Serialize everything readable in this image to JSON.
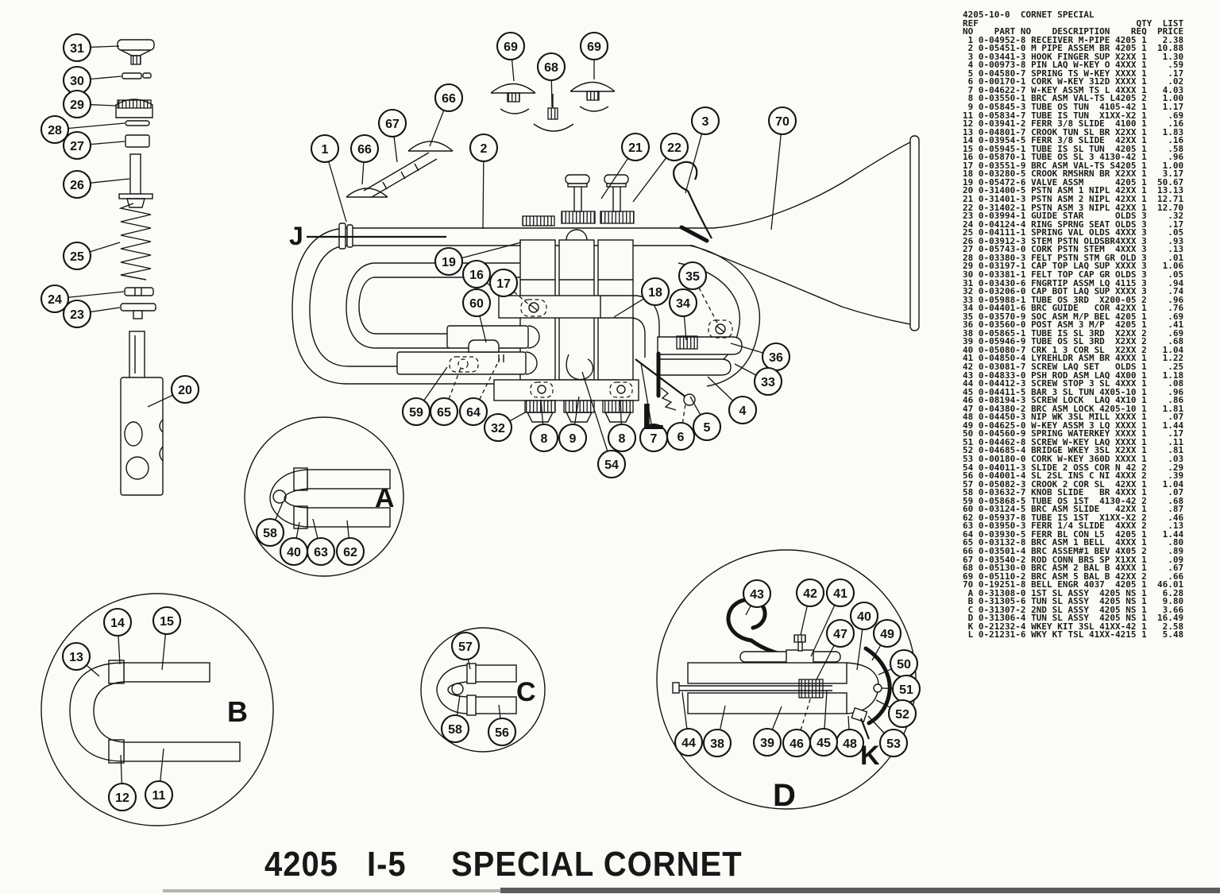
{
  "doc": {
    "footer_model": "4205",
    "footer_page_ref": "I-5",
    "footer_name": "SPECIAL CORNET"
  },
  "parts_table": {
    "title_line": "4205-10-0  CORNET SPECIAL",
    "header_line2": "REF                              QTY  LIST",
    "header_line3": "NO    PART NO    DESCRIPTION    REQ  PRICE",
    "rows": [
      [
        "1",
        "0-04952-8",
        "RECEIVER M-PIPE 4205",
        "1",
        "2.38"
      ],
      [
        "2",
        "0-05451-0",
        "M PIPE ASSEM BR 4205",
        "1",
        "10.88"
      ],
      [
        "3",
        "0-03441-3",
        "HOOK FINGER SUP X2XX",
        "1",
        "1.30"
      ],
      [
        "4",
        "0-00973-8",
        "PIN LAQ W-KEY O 4XXX",
        "1",
        ".59"
      ],
      [
        "5",
        "0-04580-7",
        "SPRING TS W-KEY XXXX",
        "1",
        ".17"
      ],
      [
        "6",
        "0-00170-1",
        "CORK W-KEY 312D XXXX",
        "1",
        ".02"
      ],
      [
        "7",
        "0-04622-7",
        "W-KEY ASSM TS L 4XXX",
        "1",
        "4.03"
      ],
      [
        "8",
        "0-03550-1",
        "BRC ASM VAL-TS L4205",
        "2",
        "1.00"
      ],
      [
        "9",
        "0-05845-3",
        "TUBE OS TUN  4105-42",
        "1",
        "1.17"
      ],
      [
        "11",
        "0-05834-7",
        "TUBE IS TUN  X1XX-X2",
        "1",
        ".69"
      ],
      [
        "12",
        "0-03941-2",
        "FERR 3/8 SLIDE  4100",
        "1",
        ".16"
      ],
      [
        "13",
        "0-04801-7",
        "CROOK TUN SL BR X2XX",
        "1",
        "1.83"
      ],
      [
        "14",
        "0-03954-5",
        "FERR 3/8 SLIDE  42XX",
        "1",
        ".16"
      ],
      [
        "15",
        "0-05945-1",
        "TUBE IS SL TUN  4205",
        "1",
        ".58"
      ],
      [
        "16",
        "0-05870-1",
        "TUBE OS SL 3 4130-42",
        "1",
        ".96"
      ],
      [
        "17",
        "0-03551-9",
        "BRC ASM VAL-TS S4205",
        "1",
        "1.00"
      ],
      [
        "18",
        "0-03280-5",
        "CROOK RMSHRN BR X2XX",
        "1",
        "3.17"
      ],
      [
        "19",
        "0-05472-6",
        "VALVE ASSM      4205",
        "1",
        "50.67"
      ],
      [
        "20",
        "0-31400-5",
        "PSTN ASM 1 NIPL 42XX",
        "1",
        "13.13"
      ],
      [
        "21",
        "0-31401-3",
        "PSTN ASM 2 NIPL 42XX",
        "1",
        "12.71"
      ],
      [
        "22",
        "0-31402-1",
        "PSTN ASM 3 NIPL 42XX",
        "1",
        "12.70"
      ],
      [
        "23",
        "0-03994-1",
        "GUIDE STAR      OLDS",
        "3",
        ".32"
      ],
      [
        "24",
        "0-04124-4",
        "RING SPRNG SEAT OLDS",
        "3",
        ".17"
      ],
      [
        "25",
        "0-04111-1",
        "SPRING VAL OLDS 4XXX",
        "3",
        ".05"
      ],
      [
        "26",
        "0-03912-3",
        "STEM PSTN OLDSBR4XXX",
        "3",
        ".93"
      ],
      [
        "27",
        "0-05743-0",
        "CORK PSTN STEM  4XXX",
        "3",
        ".13"
      ],
      [
        "28",
        "0-03380-3",
        "FELT PSTN STM GR OLD",
        "3",
        ".01"
      ],
      [
        "29",
        "0-03197-1",
        "CAP TOP LAQ SUP XXXX",
        "3",
        "1.06"
      ],
      [
        "30",
        "0-03381-1",
        "FELT TOP CAP GR OLDS",
        "3",
        ".05"
      ],
      [
        "31",
        "0-03430-6",
        "FNGRTIP ASSM LQ 4115",
        "3",
        ".94"
      ],
      [
        "32",
        "0-03206-0",
        "CAP BOT LAQ SUP XXXX",
        "3",
        ".74"
      ],
      [
        "33",
        "0-05988-1",
        "TUBE OS 3RD  X200-05",
        "2",
        ".96"
      ],
      [
        "34",
        "0-04401-6",
        "BRC GUIDE   COR 42XX",
        "1",
        ".76"
      ],
      [
        "35",
        "0-03570-9",
        "SOC ASM M/P BEL 4205",
        "1",
        ".69"
      ],
      [
        "36",
        "0-03560-0",
        "POST ASM 3 M/P  4205",
        "1",
        ".41"
      ],
      [
        "38",
        "0-05865-1",
        "TUBE IS SL 3RD  X2XX",
        "2",
        ".69"
      ],
      [
        "39",
        "0-05946-9",
        "TUBE OS SL 3RD  X2XX",
        "2",
        ".68"
      ],
      [
        "40",
        "0-05080-7",
        "CRK 1 3 COR SL  X2XX",
        "2",
        "1.04"
      ],
      [
        "41",
        "0-04850-4",
        "LYREHLDR ASM BR 4XXX",
        "1",
        "1.22"
      ],
      [
        "42",
        "0-03081-7",
        "SCREW LAQ SET   OLDS",
        "1",
        ".25"
      ],
      [
        "43",
        "0-04833-0",
        "PSH ROD ASM LAQ 4X00",
        "1",
        "1.18"
      ],
      [
        "44",
        "0-04412-3",
        "SCREW STOP 3 SL 4XXX",
        "1",
        ".08"
      ],
      [
        "45",
        "0-04411-5",
        "BAR 3 SL TUN 4X05-10",
        "1",
        ".96"
      ],
      [
        "46",
        "0-08194-3",
        "SCREW LOCK  LAQ 4X10",
        "1",
        ".86"
      ],
      [
        "47",
        "0-04380-2",
        "BRC ASM LOCK 4205-10",
        "1",
        "1.81"
      ],
      [
        "48",
        "0-04450-3",
        "NIP WK 3SL MILL XXXX",
        "1",
        ".07"
      ],
      [
        "49",
        "0-04625-0",
        "W-KEY ASSM 3 LQ XXXX",
        "1",
        "1.44"
      ],
      [
        "50",
        "0-04560-9",
        "SPRING WATERKEY XXXX",
        "1",
        ".17"
      ],
      [
        "51",
        "0-04462-8",
        "SCREW W-KEY LAQ XXXX",
        "1",
        ".11"
      ],
      [
        "52",
        "0-04685-4",
        "BRIDGE WKEY 3SL X2XX",
        "1",
        ".81"
      ],
      [
        "53",
        "0-00180-0",
        "CORK W-KEY 360D XXXX",
        "1",
        ".03"
      ],
      [
        "54",
        "0-04011-3",
        "SLIDE 2 OSS COR N 42",
        "2",
        ".29"
      ],
      [
        "56",
        "0-04001-4",
        "SL 2SL INS C NI 4XXX",
        "2",
        ".39"
      ],
      [
        "57",
        "0-05082-3",
        "CROOK 2 COR SL  42XX",
        "1",
        "1.04"
      ],
      [
        "58",
        "0-03632-7",
        "KNOB SLIDE   BR 4XXX",
        "1",
        ".07"
      ],
      [
        "59",
        "0-05868-5",
        "TUBE OS 1ST  4130-42",
        "2",
        ".68"
      ],
      [
        "60",
        "0-03124-5",
        "BRC ASM SLIDE   42XX",
        "1",
        ".87"
      ],
      [
        "62",
        "0-05937-8",
        "TUBE IS 1ST  X1XX-X2",
        "2",
        ".46"
      ],
      [
        "63",
        "0-03950-3",
        "FERR 1/4 SLIDE  4XXX",
        "2",
        ".13"
      ],
      [
        "64",
        "0-03930-5",
        "FERR BL CON L5  4205",
        "1",
        "1.44"
      ],
      [
        "65",
        "0-03132-8",
        "BRC ASM 1 BELL  4XXX",
        "1",
        ".80"
      ],
      [
        "66",
        "0-03501-4",
        "BRC ASSEM#1 BEV 4X05",
        "2",
        ".89"
      ],
      [
        "67",
        "0-03540-2",
        "ROD CONN BRS SP X1XX",
        "1",
        ".09"
      ],
      [
        "68",
        "0-05130-0",
        "BRC ASM 2 BAL B 4XXX",
        "1",
        ".67"
      ],
      [
        "69",
        "0-05110-2",
        "BRC ASM 5 BAL B 42XX",
        "2",
        ".66"
      ],
      [
        "70",
        "0-19251-8",
        "BELL ENGR 4037  4205",
        "1",
        "46.01"
      ],
      [
        "A",
        "0-31308-0",
        "1ST SL ASSY  4205 NS",
        "1",
        "6.28"
      ],
      [
        "B",
        "0-31305-6",
        "TUN SL ASSY  4205 NS",
        "1",
        "9.80"
      ],
      [
        "C",
        "0-31307-2",
        "2ND SL ASSY  4205 NS",
        "1",
        "3.66"
      ],
      [
        "D",
        "0-31306-4",
        "TUN SL ASSY  4205 NS",
        "1",
        "16.49"
      ],
      [
        "K",
        "0-21232-4",
        "WKEY KIT 3SL 41XX-42",
        "1",
        "2.58"
      ],
      [
        "L",
        "0-21231-6",
        "WKY KT TSL 41XX-4215",
        "1",
        "5.48"
      ]
    ]
  },
  "callouts": [
    [
      "31",
      97,
      60,
      150,
      58,
      0
    ],
    [
      "30",
      97,
      101,
      153,
      96,
      0
    ],
    [
      "29",
      97,
      131,
      146,
      133,
      0
    ],
    [
      "28",
      69,
      163,
      157,
      155,
      0
    ],
    [
      "27",
      97,
      183,
      157,
      178,
      0
    ],
    [
      "26",
      97,
      232,
      163,
      225,
      0
    ],
    [
      "25",
      97,
      322,
      151,
      305,
      0
    ],
    [
      "24",
      69,
      376,
      156,
      367,
      0
    ],
    [
      "23",
      97,
      395,
      151,
      387,
      0
    ],
    [
      "20",
      233,
      490,
      186,
      512,
      0
    ],
    [
      "1",
      409,
      187,
      436,
      279,
      0
    ],
    [
      "66",
      459,
      187,
      456,
      232,
      0
    ],
    [
      "67",
      494,
      155,
      500,
      204,
      0
    ],
    [
      "66",
      565,
      123,
      541,
      184,
      0
    ],
    [
      "2",
      609,
      186,
      608,
      288,
      0
    ],
    [
      "69",
      643,
      58,
      647,
      102,
      0
    ],
    [
      "68",
      694,
      84,
      695,
      135,
      0
    ],
    [
      "69",
      748,
      58,
      748,
      100,
      0
    ],
    [
      "21",
      800,
      185,
      757,
      250,
      0
    ],
    [
      "22",
      849,
      185,
      797,
      254,
      0
    ],
    [
      "3",
      888,
      152,
      863,
      243,
      0
    ],
    [
      "70",
      985,
      152,
      971,
      289,
      0
    ],
    [
      "19",
      565,
      329,
      656,
      305,
      0
    ],
    [
      "16",
      600,
      345,
      633,
      373,
      0
    ],
    [
      "17",
      634,
      356,
      668,
      385,
      1
    ],
    [
      "60",
      600,
      381,
      612,
      431,
      0
    ],
    [
      "18",
      825,
      367,
      773,
      399,
      0
    ],
    [
      "34",
      860,
      381,
      864,
      428,
      0
    ],
    [
      "35",
      872,
      347,
      905,
      410,
      1
    ],
    [
      "36",
      977,
      449,
      920,
      432,
      0
    ],
    [
      "33",
      967,
      480,
      925,
      458,
      0
    ],
    [
      "4",
      935,
      516,
      891,
      474,
      0
    ],
    [
      "5",
      890,
      537,
      869,
      499,
      0
    ],
    [
      "6",
      857,
      549,
      863,
      508,
      1
    ],
    [
      "7",
      823,
      551,
      807,
      457,
      0
    ],
    [
      "54",
      770,
      584,
      733,
      468,
      0
    ],
    [
      "8",
      685,
      551,
      681,
      503,
      0
    ],
    [
      "9",
      721,
      551,
      729,
      499,
      0
    ],
    [
      "8",
      783,
      551,
      781,
      503,
      0
    ],
    [
      "32",
      627,
      538,
      663,
      518,
      0
    ],
    [
      "59",
      524,
      518,
      563,
      462,
      0
    ],
    [
      "65",
      559,
      518,
      580,
      463,
      1
    ],
    [
      "64",
      596,
      518,
      629,
      452,
      1
    ],
    [
      "58",
      340,
      670,
      356,
      632,
      0
    ],
    [
      "40",
      370,
      694,
      377,
      657,
      0
    ],
    [
      "63",
      404,
      694,
      394,
      653,
      0
    ],
    [
      "62",
      441,
      694,
      437,
      655,
      0
    ],
    [
      "13",
      96,
      826,
      125,
      851,
      0
    ],
    [
      "14",
      148,
      783,
      151,
      836,
      0
    ],
    [
      "15",
      210,
      781,
      204,
      843,
      0
    ],
    [
      "12",
      154,
      1003,
      152,
      950,
      0
    ],
    [
      "11",
      200,
      1000,
      206,
      942,
      0
    ],
    [
      "57",
      586,
      813,
      592,
      842,
      0
    ],
    [
      "58",
      573,
      917,
      579,
      875,
      0
    ],
    [
      "56",
      632,
      921,
      628,
      887,
      0
    ],
    [
      "43",
      953,
      747,
      939,
      774,
      0
    ],
    [
      "42",
      1020,
      746,
      1008,
      799,
      0
    ],
    [
      "41",
      1058,
      746,
      1021,
      826,
      0
    ],
    [
      "40",
      1088,
      775,
      1079,
      843,
      0
    ],
    [
      "47",
      1058,
      797,
      1027,
      857,
      0
    ],
    [
      "49",
      1117,
      797,
      1098,
      831,
      0
    ],
    [
      "50",
      1138,
      835,
      1106,
      849,
      0
    ],
    [
      "51",
      1141,
      867,
      1110,
      866,
      0
    ],
    [
      "52",
      1136,
      898,
      1103,
      881,
      0
    ],
    [
      "53",
      1125,
      935,
      1093,
      901,
      0
    ],
    [
      "48",
      1070,
      935,
      1068,
      901,
      0
    ],
    [
      "45",
      1037,
      934,
      1041,
      869,
      0
    ],
    [
      "46",
      1003,
      935,
      1021,
      877,
      1
    ],
    [
      "39",
      966,
      934,
      984,
      889,
      0
    ],
    [
      "38",
      903,
      935,
      913,
      888,
      0
    ],
    [
      "44",
      867,
      934,
      859,
      871,
      0
    ]
  ],
  "letters": [
    [
      "J",
      364,
      308,
      32
    ],
    [
      "L",
      808,
      540,
      46
    ],
    [
      "K",
      1083,
      962,
      34
    ],
    [
      "A",
      472,
      638,
      34
    ],
    [
      "B",
      286,
      908,
      36
    ],
    [
      "C",
      650,
      882,
      34
    ],
    [
      "D",
      973,
      1014,
      40
    ]
  ]
}
